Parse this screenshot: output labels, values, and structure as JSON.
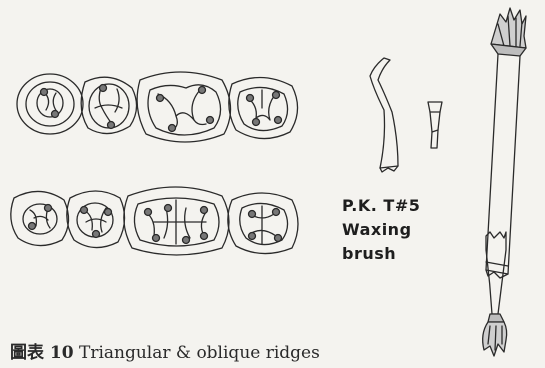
{
  "label": {
    "line1": "P.K. T#5",
    "line2": "Waxing",
    "line3": "brush"
  },
  "caption": {
    "prefix": "圖表 10",
    "text": "Triangular & oblique ridges"
  },
  "colors": {
    "ink": "#2a2a2a",
    "paper": "#f4f3ef"
  }
}
